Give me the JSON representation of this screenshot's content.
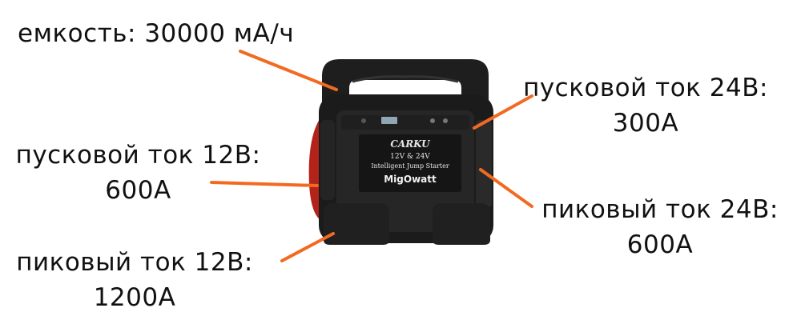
{
  "callouts": {
    "capacity": "емкость: 30000 мА/ч",
    "start_current_24v": {
      "label": "пусковой ток 24В:",
      "value": "300А"
    },
    "start_current_12v": {
      "label": "пусковой ток 12В:",
      "value": "600А"
    },
    "peak_current_24v": {
      "label": "пиковый ток 24В:",
      "value": "600А"
    },
    "peak_current_12v": {
      "label": "пиковый ток 12В:",
      "value": "1200А"
    }
  },
  "device": {
    "brand": "CARKU",
    "voltage_line": "12V & 24V",
    "description": "Intelligent Jump Starter",
    "model": "MigOwatt"
  },
  "colors": {
    "arrow": "#f26a21",
    "device_body": "#1b1b1b",
    "clamp_red": "#b3231a",
    "text": "#111111"
  }
}
